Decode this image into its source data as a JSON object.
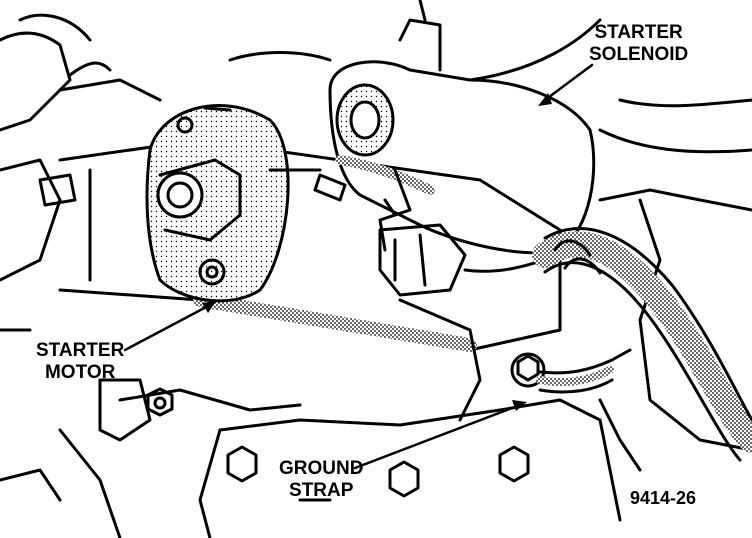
{
  "labels": {
    "starter_solenoid": [
      "STARTER",
      "SOLENOID"
    ],
    "starter_motor": [
      "STARTER",
      "MOTOR"
    ],
    "ground_strap": [
      "GROUND",
      "STRAP"
    ]
  },
  "figure_number": "9414-26",
  "colors": {
    "ink": "#000000",
    "paper": "#ffffff",
    "shade": "#9a9a9a"
  }
}
